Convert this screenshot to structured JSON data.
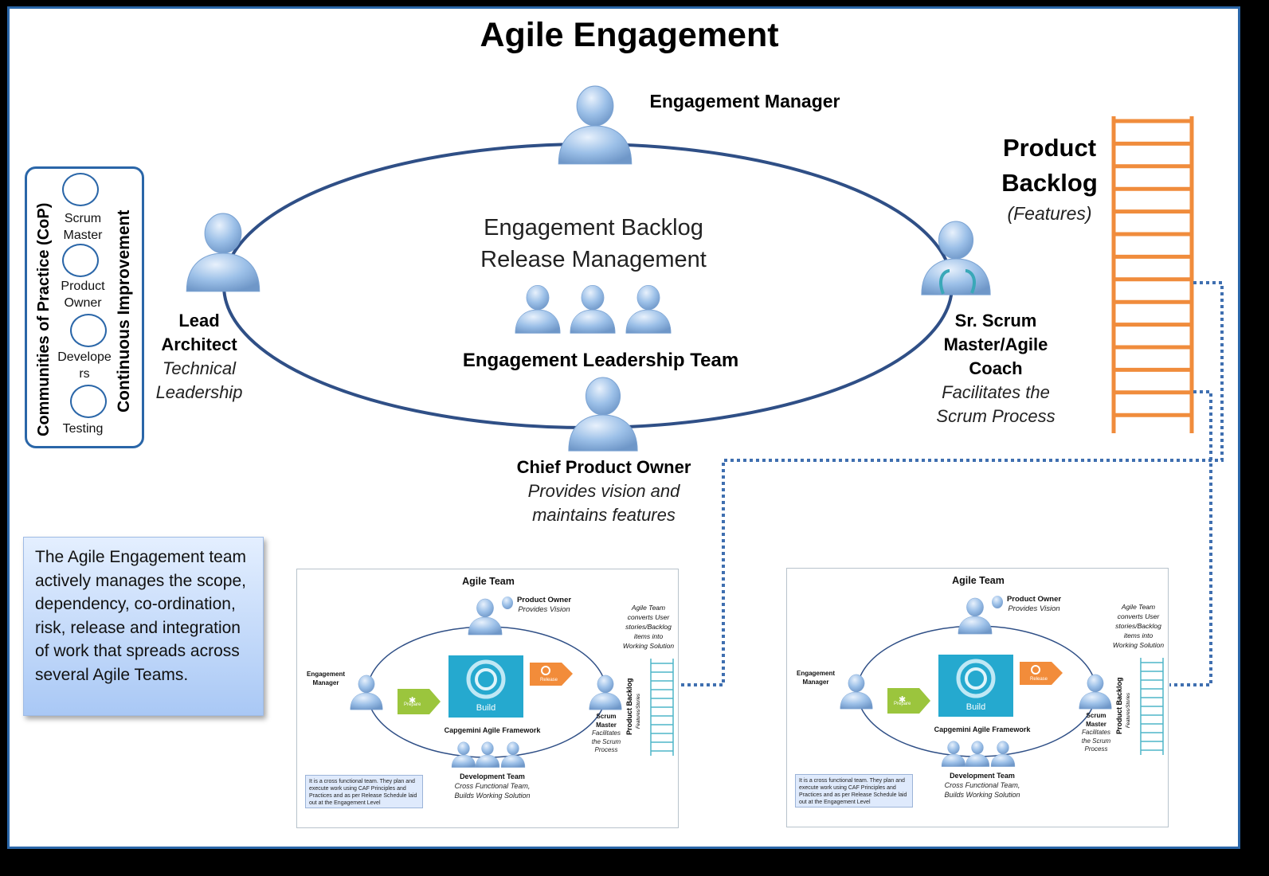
{
  "title": "Agile Engagement",
  "roles": {
    "engagement_manager": "Engagement Manager",
    "lead_architect": {
      "name_line1": "Lead",
      "name_line2": "Architect",
      "desc_line1": "Technical",
      "desc_line2": "Leadership"
    },
    "sr_scrum_master": {
      "name_line1": "Sr. Scrum",
      "name_line2": "Master/Agile",
      "name_line3": "Coach",
      "desc_line1": "Facilitates the",
      "desc_line2": "Scrum Process"
    },
    "chief_product_owner": {
      "name": "Chief Product Owner",
      "desc_line1": "Provides vision and",
      "desc_line2": "maintains features"
    }
  },
  "center": {
    "line1": "Engagement Backlog",
    "line2": "Release Management",
    "team_label": "Engagement Leadership Team"
  },
  "product_backlog": {
    "line1": "Product",
    "line2": "Backlog",
    "sub": "(Features)"
  },
  "cop": {
    "title": "Communities of Practice (CoP)",
    "side": "Continuous Improvement",
    "items": [
      {
        "line1": "Scrum",
        "line2": "Master"
      },
      {
        "line1": "Product",
        "line2": "Owner"
      },
      {
        "line1": "Develope",
        "line2": "rs"
      },
      {
        "line1": "Testing",
        "line2": ""
      }
    ]
  },
  "info_text": "The Agile Engagement team actively manages the scope, dependency, co-ordination, risk, release and integration of work that spreads across several Agile Teams.",
  "team_card": {
    "title": "Agile Team",
    "po_name": "Product Owner",
    "po_desc": "Provides Vision",
    "converts_line1": "Agile Team",
    "converts_line2": "converts User",
    "converts_line3": "stories/Backlog",
    "converts_line4": "items into",
    "converts_line5": "Working Solution",
    "em_line1": "Engagement",
    "em_line2": "Manager",
    "prepare": "Prepare",
    "build": "Build",
    "release": "Release",
    "framework": "Capgemini Agile Framework",
    "sm_line1": "Scrum",
    "sm_line2": "Master",
    "sm_desc1": "Facilitates",
    "sm_desc2": "the Scrum",
    "sm_desc3": "Process",
    "pb_label": "Product Backlog",
    "pb_sub": "Features/Stories",
    "dev_team": "Development Team",
    "dev_desc1": "Cross Functional Team,",
    "dev_desc2": "Builds Working Solution",
    "note": "It is a cross functional team. They plan and execute work using CAF Principles and Practices and as per Release Schedule laid out at the Engagement Level"
  },
  "colors": {
    "ring": "#2f4f86",
    "person": "#8fb6e3",
    "ladder": "#f08c3c",
    "card_ladder": "#4fb6c9",
    "dotted": "#3f6fb0"
  }
}
